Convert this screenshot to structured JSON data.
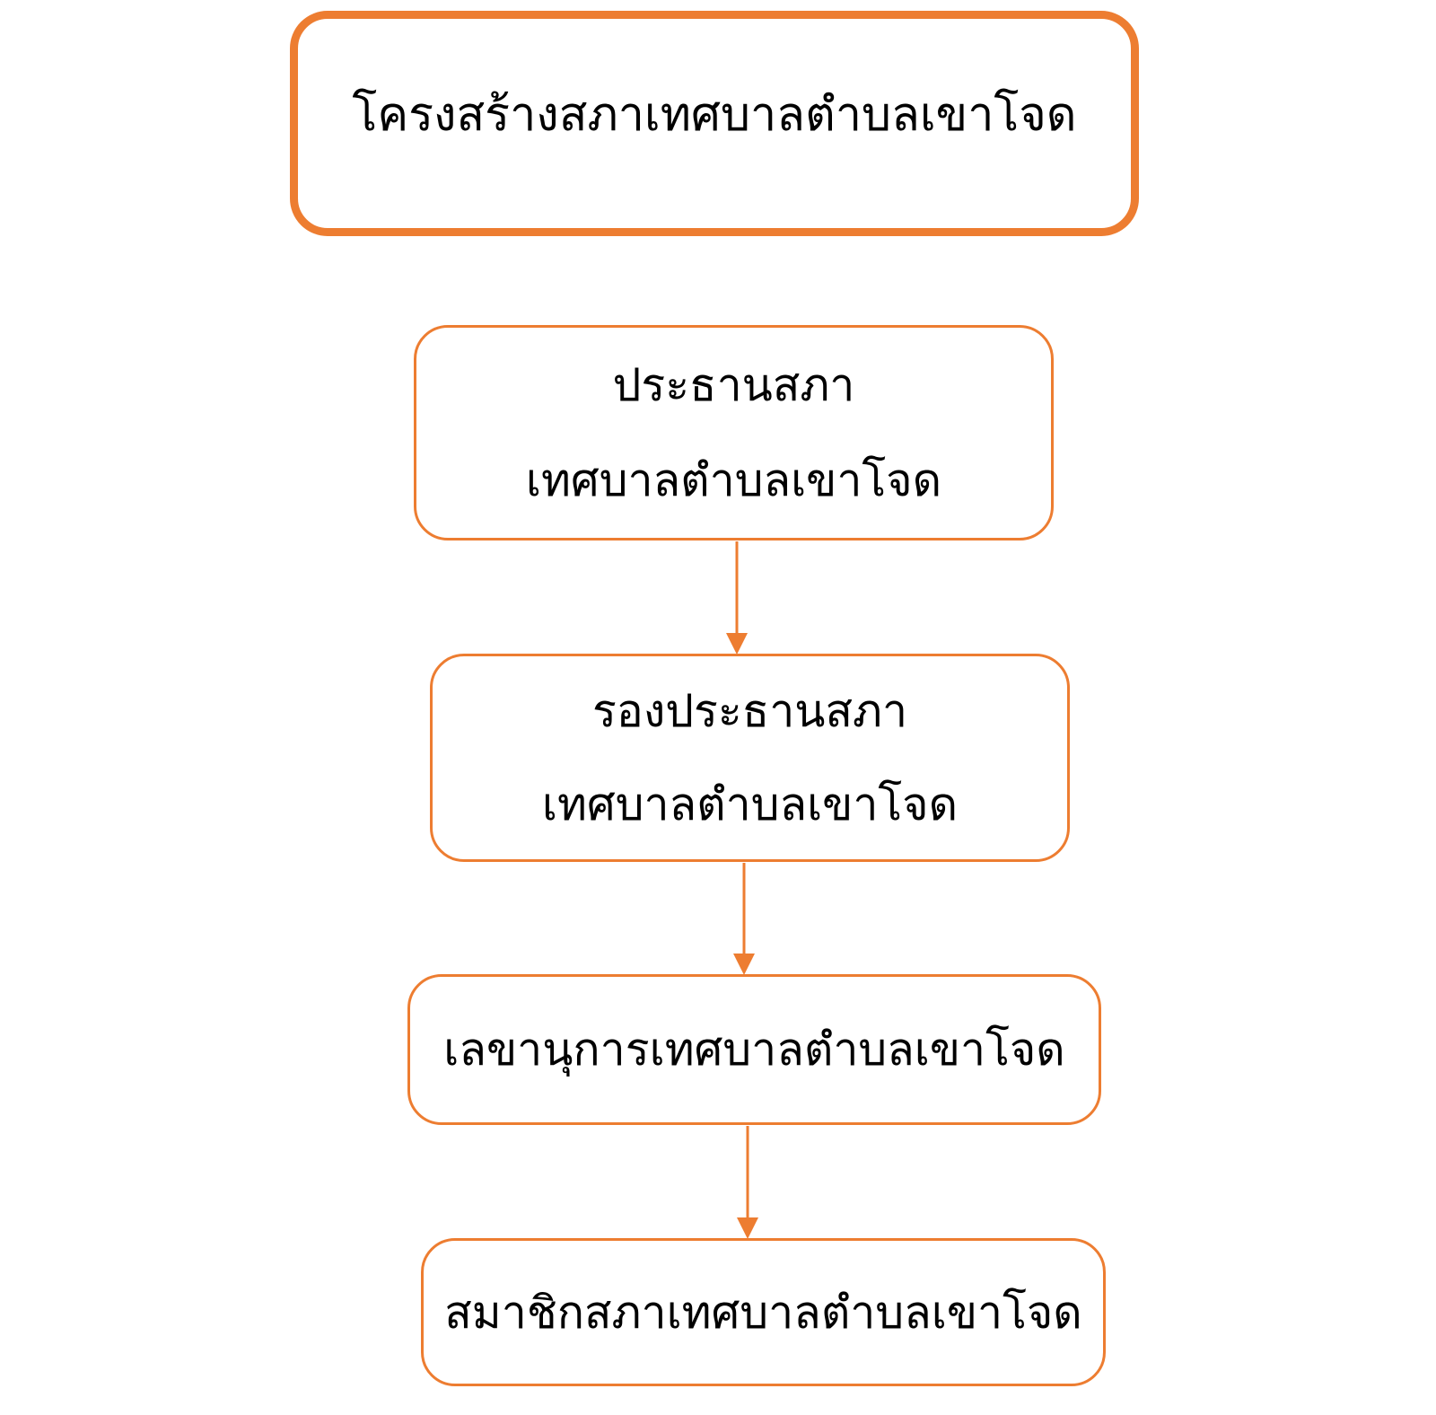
{
  "diagram": {
    "title": "โครงสร้างสภาเทศบาลตำบลเขาโจด",
    "nodes": [
      {
        "lines": [
          "ประธานสภา",
          "เทศบาลตำบลเขาโจด"
        ]
      },
      {
        "lines": [
          "รองประธานสภา",
          "เทศบาลตำบลเขาโจด"
        ]
      },
      {
        "lines": [
          "เลขานุการเทศบาลตำบลเขาโจด"
        ]
      },
      {
        "lines": [
          "สมาชิกสภาเทศบาลตำบลเขาโจด"
        ]
      }
    ],
    "colors": {
      "accent": "#ED7D31",
      "text": "#000000",
      "background": "#ffffff"
    }
  }
}
